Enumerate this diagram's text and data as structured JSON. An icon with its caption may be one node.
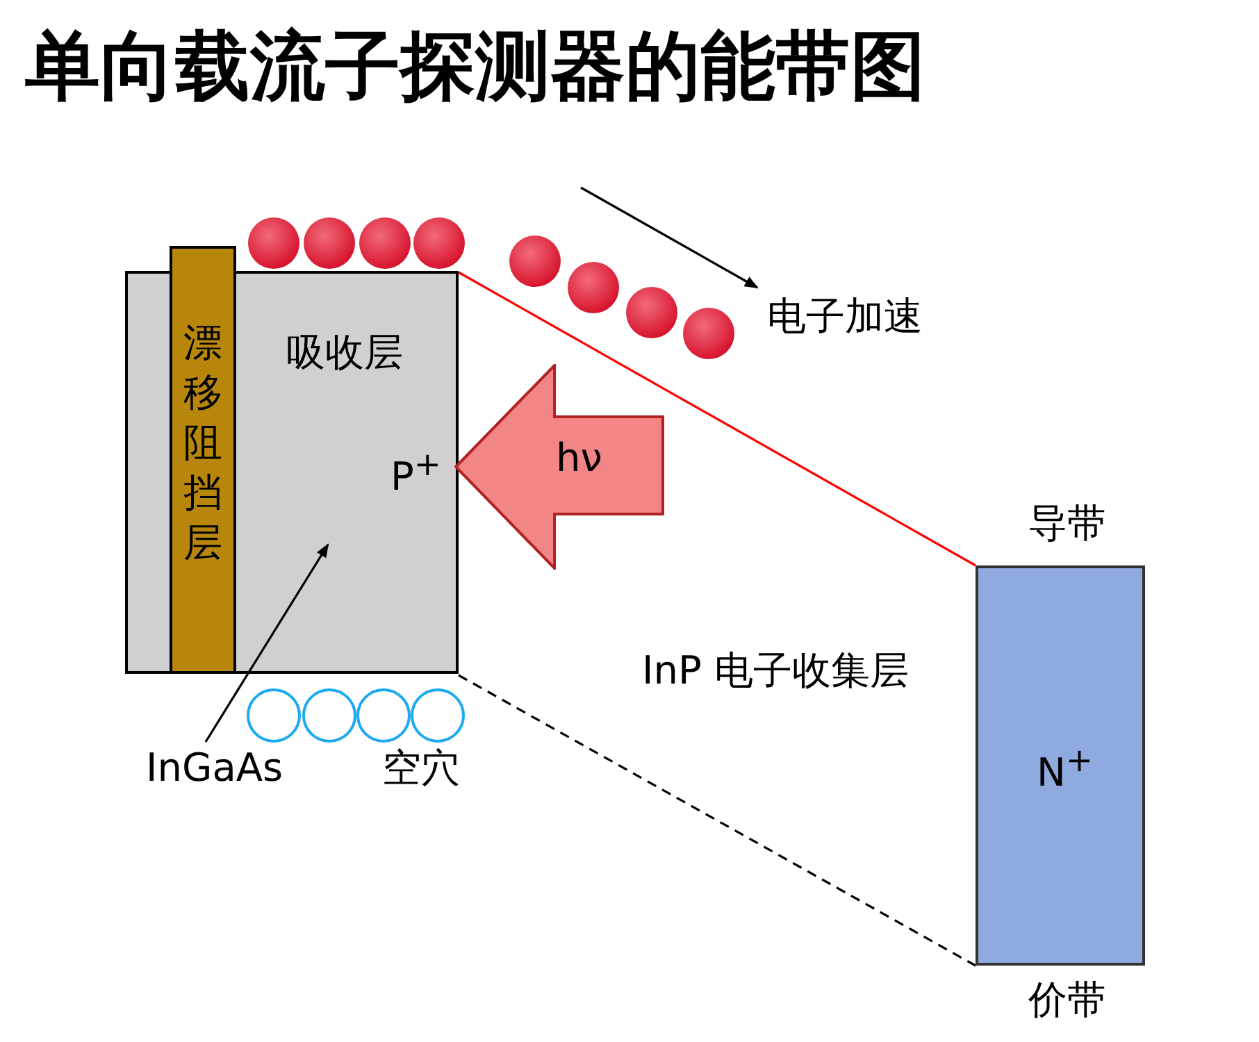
{
  "diagram": {
    "title": "单向载流子探测器的能带图",
    "nodes": [
      {
        "text": [
          "吸收层",
          "P$^{+}$"
        ]
      },
      {
        "text": [
          "漂移阻挡层"
        ]
      },
      {
        "text": [
          "hν"
        ]
      },
      {
        "text": [
          "N$^{+}$"
        ],
        "beside": [
          "导带",
          "价带"
        ]
      },
      {
        "text": [
          "InGaAs"
        ]
      }
    ],
    "edges": [
      {
        "from": 0,
        "to": 3,
        "arrow": "none",
        "color": "#ff0000"
      },
      {
        "from": 0,
        "to": 3,
        "arrow": "none",
        "style": "dashed"
      },
      {
        "from": 4,
        "to": 0,
        "arrow": "to"
      }
    ],
    "labels": [
      "电子加速",
      "InP 电子收集层",
      "空穴"
    ]
  }
}
